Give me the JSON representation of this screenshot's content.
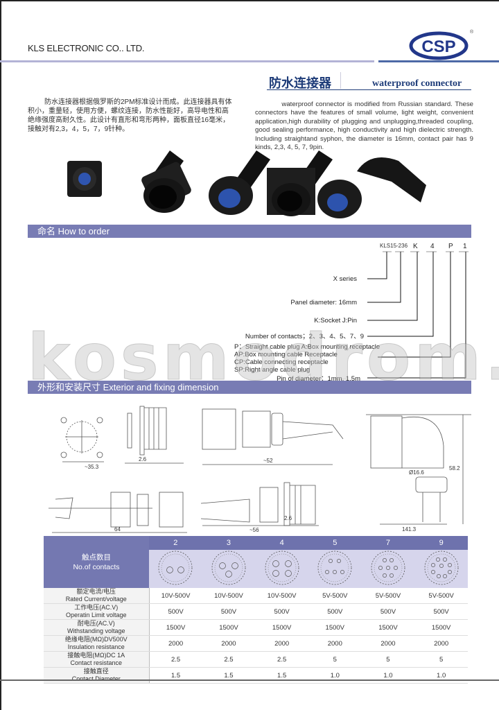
{
  "header": {
    "company": "KLS ELECTRONIC CO.. LTD.",
    "logo_text": "CSP",
    "logo_mark": "®"
  },
  "title": {
    "cn": "防水连接器",
    "en": "waterproof connector"
  },
  "intro": {
    "cn": "防水连接器根据俄罗斯的2PM标准设计而成。此连接器具有体积小，重量轻，使用方便，螺纹连接，防水性能好，高导电性和高绝缘强度高耐久性。此设计有直形和弯形两种，面板直径16毫米，接触对有2,3，4，5，7，9针种。",
    "en": "waterproof connector is modified from Russian standard. These connectors have the features of small volume, light weight, convenient application,high durability of plugging and unplugging,threaded coupling, good sealing performance, high conductivity and high dielectric strength. Including straightand syphon, the diameter is 16mm, contact pair has 9 kinds, 2,3, 4, 5, 7, 9pin."
  },
  "sections": {
    "order": "命名 How to order",
    "dimension": "外形和安装尺寸  Exterior and fixing dimension"
  },
  "order": {
    "code": [
      "KLS15-236",
      "K",
      "4",
      "P",
      "1"
    ],
    "labels": [
      "X series",
      "Panel diameter: 16mm",
      "K:Socket  J:Pin",
      "Number of contacts；2、3、4、5、7、9"
    ],
    "types": [
      "P：Straight cable plug    A:Box mounting receptacle",
      "AP:Box mounting cable Receptacle",
      "CP:Cable connecting receptacle",
      "SP:Right angle cable plug"
    ],
    "pin": "Pin of diameter：1mm, 1.5m"
  },
  "watermark": "kosmodrom.ru",
  "dims": [
    "64",
    "~56",
    "~52",
    "58.2",
    "~35.3",
    "2.6",
    "2.6",
    "141.3",
    "Ø16.6"
  ],
  "table": {
    "header_cn": "触点数目",
    "header_en": "No.of contacts",
    "columns": [
      "2",
      "3",
      "4",
      "5",
      "7",
      "9"
    ],
    "rows": [
      {
        "cn": "额定电流/电压",
        "en": "Rated Current/voltage",
        "values": [
          "10V-500V",
          "10V-500V",
          "10V-500V",
          "5V-500V",
          "5V-500V",
          "5V-500V"
        ]
      },
      {
        "cn": "工作电压(AC.V)",
        "en": "Operatin Limit voltage",
        "values": [
          "500V",
          "500V",
          "500V",
          "500V",
          "500V",
          "500V"
        ]
      },
      {
        "cn": "耐电压(AC.V)",
        "en": "Withstanding voltage",
        "values": [
          "1500V",
          "1500V",
          "1500V",
          "1500V",
          "1500V",
          "1500V"
        ]
      },
      {
        "cn": "绝缘电阻(MΩ)DV500V",
        "en": "Insulation resistance",
        "values": [
          "2000",
          "2000",
          "2000",
          "2000",
          "2000",
          "2000"
        ]
      },
      {
        "cn": "接触电阻(MΩ)DC 1A",
        "en": "Contact resistance",
        "values": [
          "2.5",
          "2.5",
          "2.5",
          "5",
          "5",
          "5"
        ]
      },
      {
        "cn": "接触直径",
        "en": "Contact Diameter",
        "values": [
          "1.5",
          "1.5",
          "1.5",
          "1.0",
          "1.0",
          "1.0"
        ]
      }
    ]
  },
  "colors": {
    "brand": "#1d3b78",
    "bar": "#787cb4",
    "table_header": "#6e72ad",
    "diagram_bg": "#d6d5ec"
  }
}
